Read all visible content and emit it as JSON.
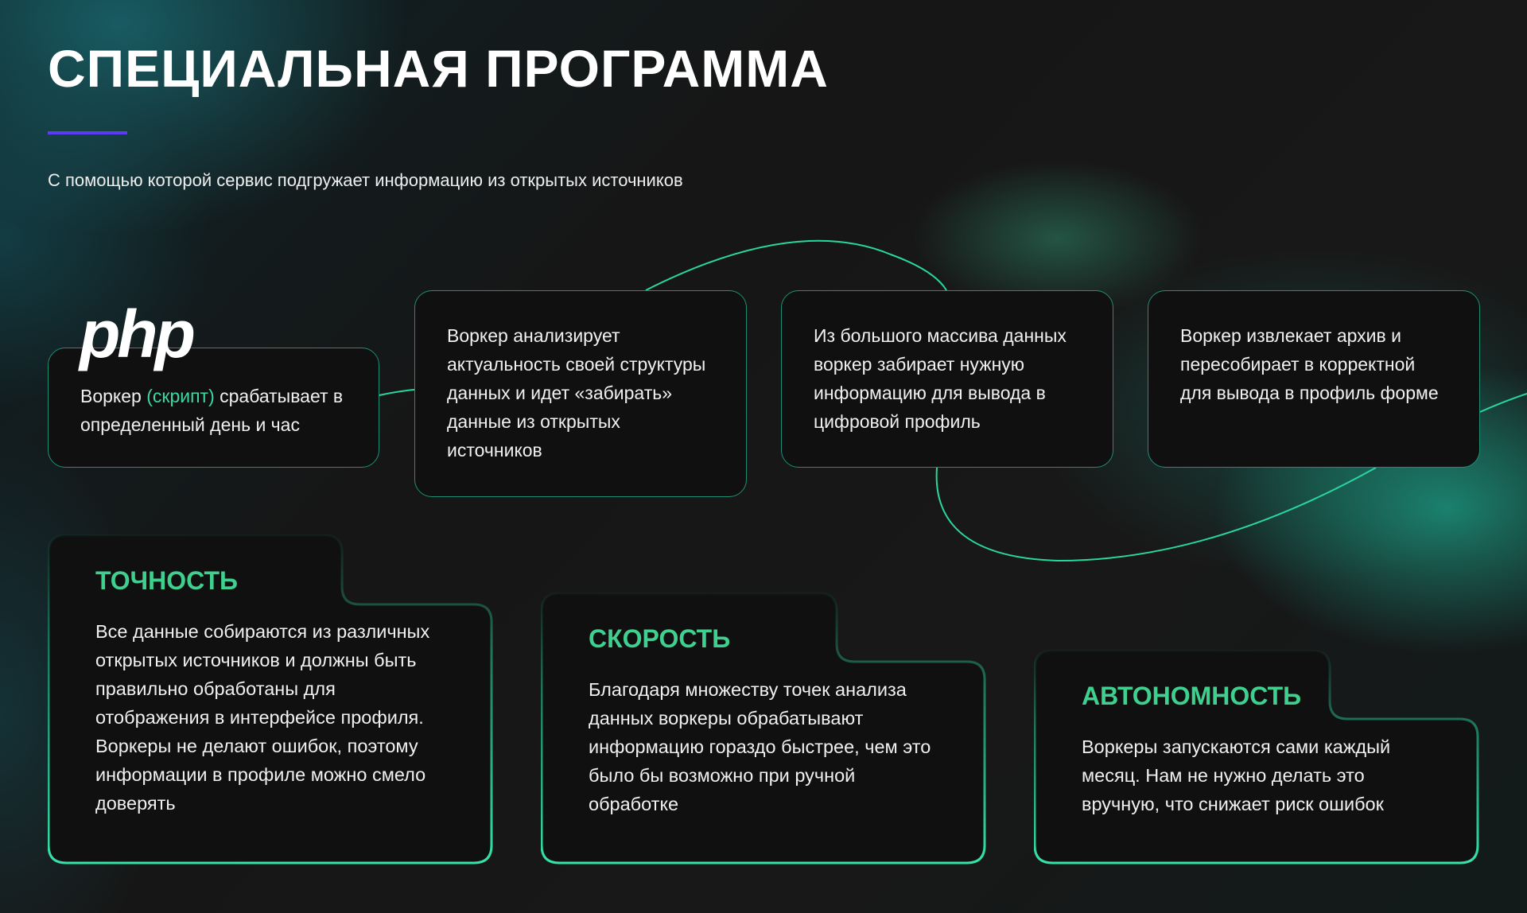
{
  "header": {
    "title": "СПЕЦИАЛЬНАЯ ПРОГРАММА",
    "subtitle": "С помощью которой сервис подгружает информацию из открытых источников"
  },
  "logo": "php",
  "steps": [
    {
      "before": "Воркер ",
      "highlight": "(скрипт)",
      "after": " срабатывает в определенный день и час"
    },
    {
      "text": "Воркер анализирует актуальность своей структуры данных и идет «забирать» данные из открытых источников"
    },
    {
      "text": "Из большого массива данных воркер забирает нужную информацию для вывода в цифровой профиль"
    },
    {
      "text": "Воркер извлекает архив и пересобирает в корректной для вывода в профиль форме"
    }
  ],
  "features": [
    {
      "title": "ТОЧНОСТЬ",
      "text": "Все данные собираются из различных открытых источников и должны быть правильно обработаны для отображения в интерфейсе профиля. Воркеры не делают ошибок, поэтому информации в профиле можно смело доверять"
    },
    {
      "title": "СКОРОСТЬ",
      "text": "Благодаря множеству точек анализа данных воркеры обрабатывают информацию гораздо быстрее, чем это было бы возможно при ручной обработке"
    },
    {
      "title": "АВТОНОМНОСТЬ",
      "text": "Воркеры запускаются сами каждый месяц. Нам не нужно делать это вручную, что снижает риск ошибок"
    }
  ],
  "colors": {
    "accent": "#3fcf8e",
    "line": "#2ad6a0",
    "bar": "#5a3df0"
  }
}
